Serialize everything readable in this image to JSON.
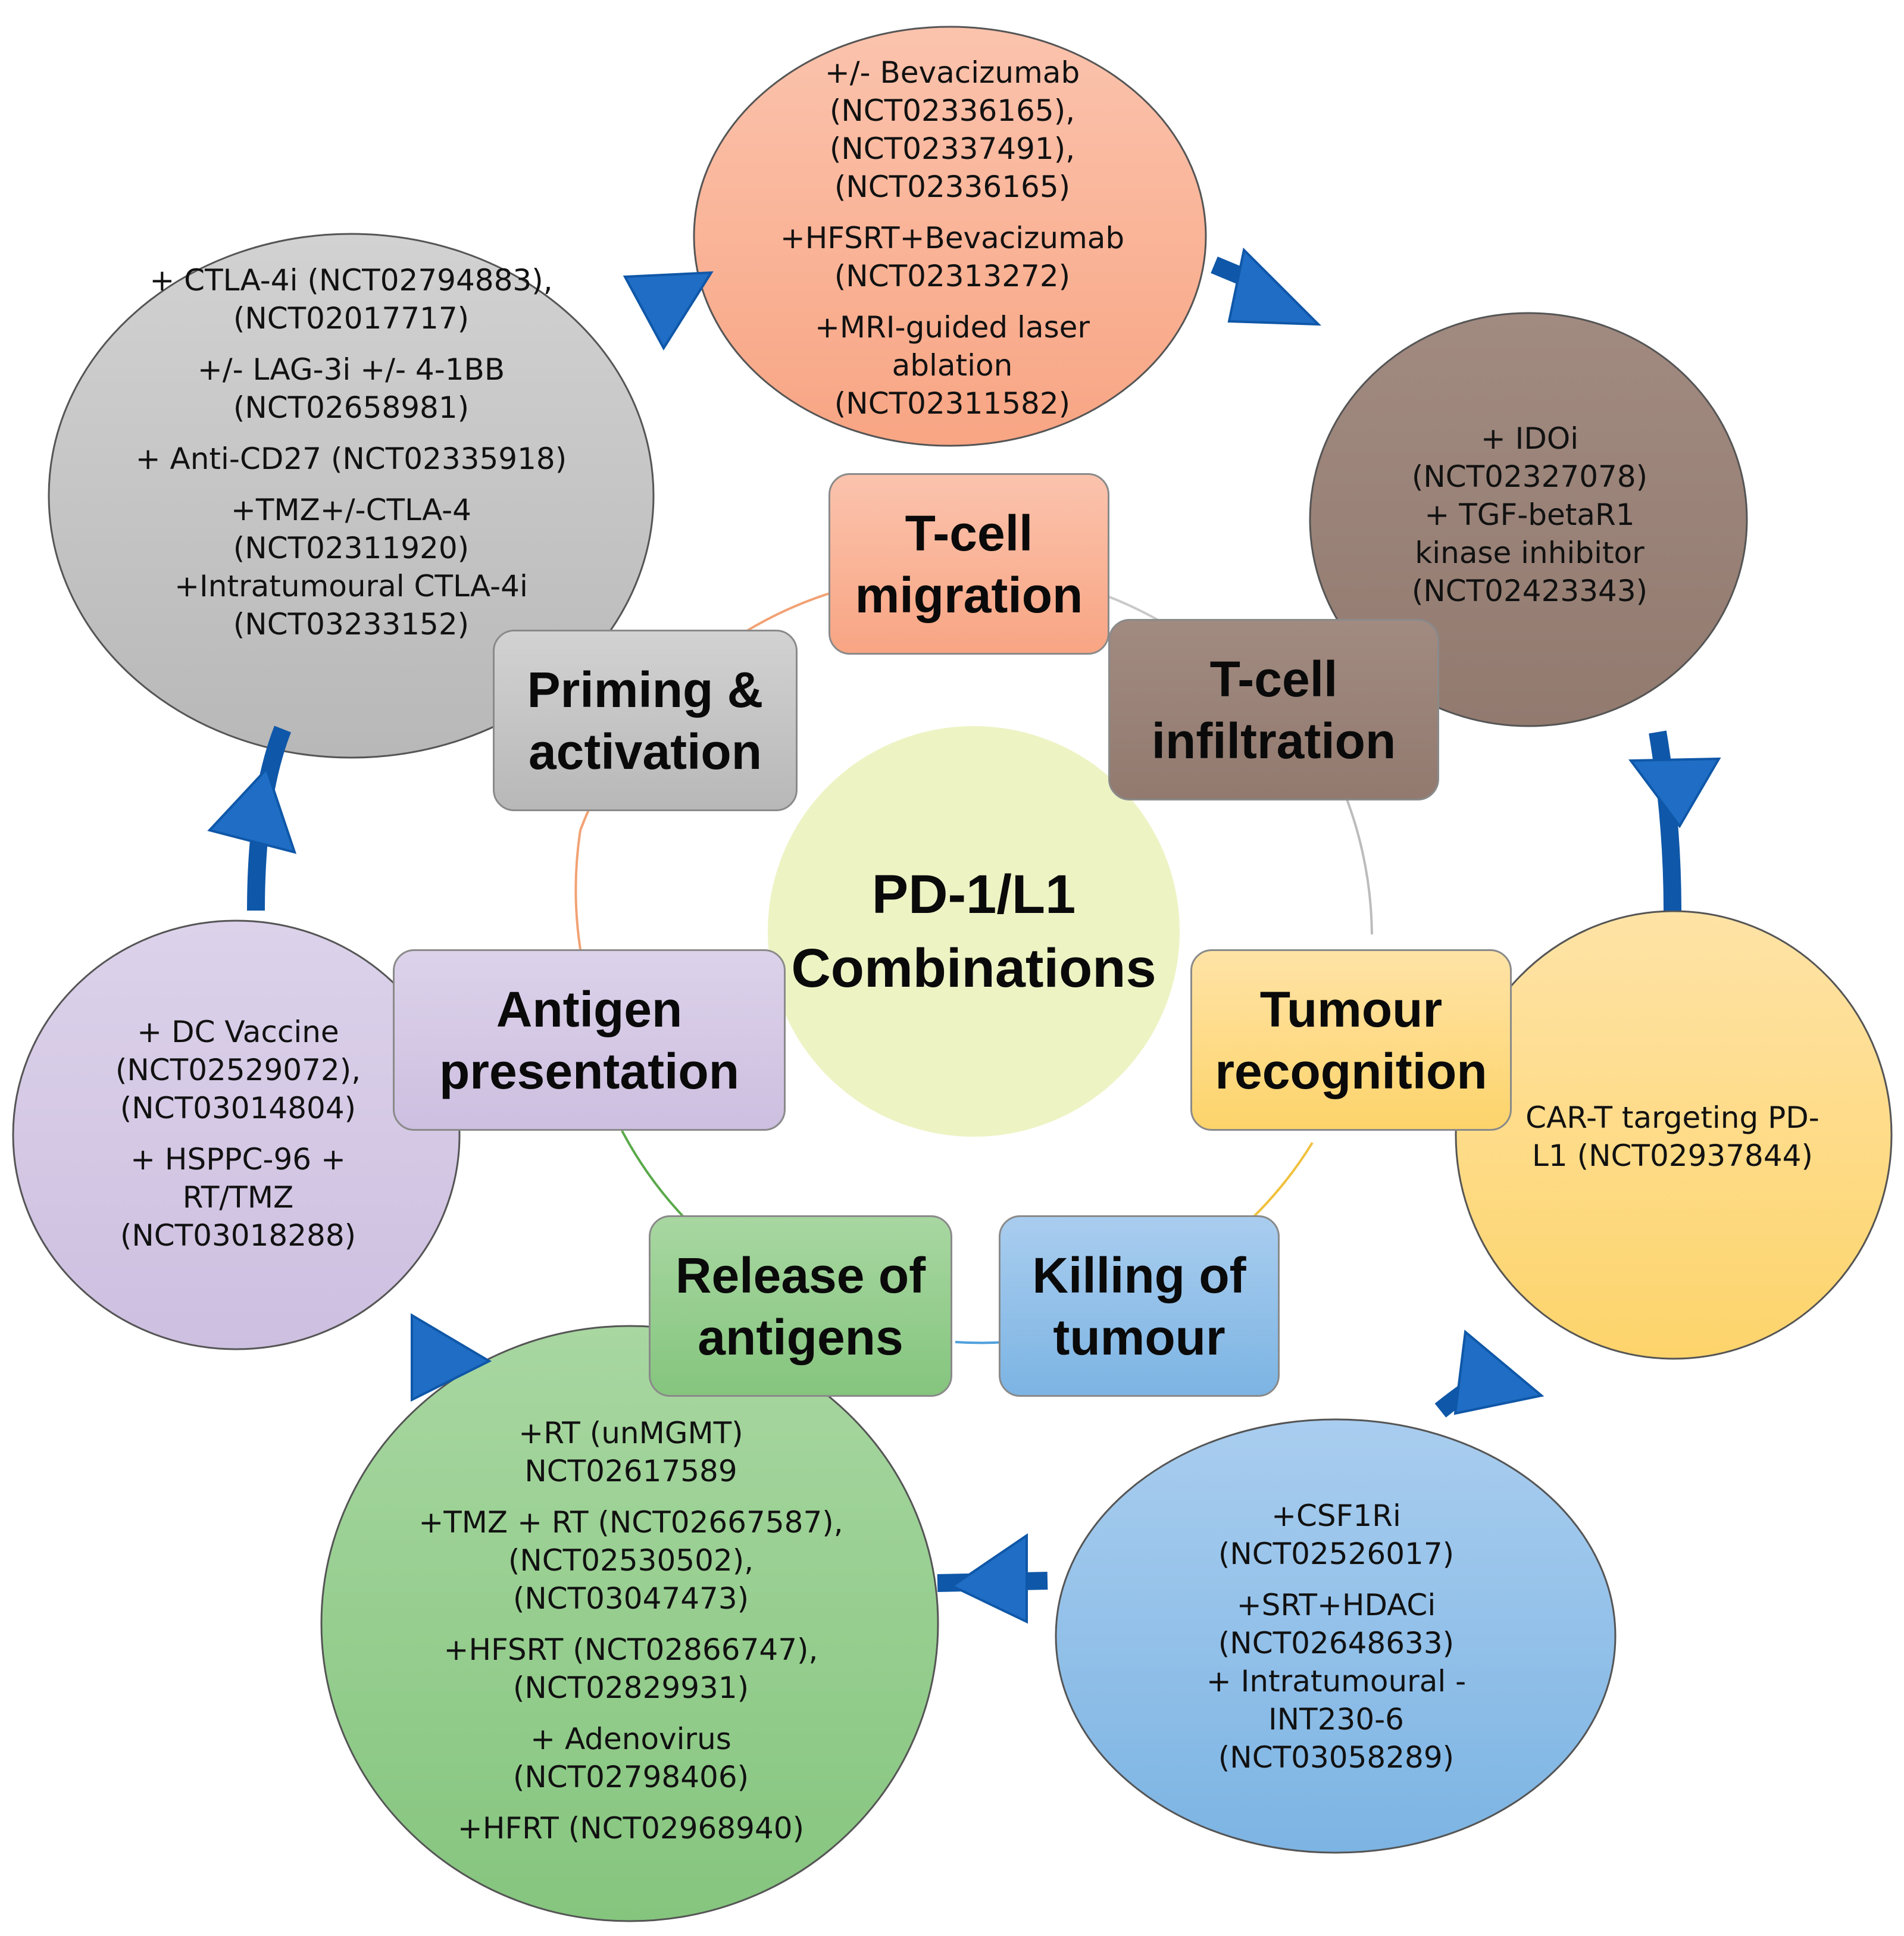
{
  "center": {
    "lines": [
      "PD-1/L1",
      "Combinations"
    ]
  },
  "stages": {
    "migration": "T-cell\nmigration",
    "infiltration": "T-cell\ninfiltration",
    "recognition": "Tumour\nrecognition",
    "killing": "Killing of\ntumour",
    "release": "Release of\nantigens",
    "presentation": "Antigen\npresentation",
    "priming": "Priming &\nactivation"
  },
  "circles": {
    "migration": [
      "+/- Bevacizumab\n(NCT02336165),\n(NCT02337491),\n(NCT02336165)",
      "+HFSRT+Bevacizumab\n(NCT02313272)",
      "+MRI-guided laser\nablation\n(NCT02311582)"
    ],
    "infiltration": [
      "+ IDOi\n(NCT02327078)\n+ TGF-betaR1\nkinase inhibitor\n(NCT02423343)"
    ],
    "recognition": [
      "CAR-T targeting PD-\nL1 (NCT02937844)"
    ],
    "killing": [
      "+CSF1Ri\n(NCT02526017)",
      "+SRT+HDACi\n(NCT02648633)\n+ Intratumoural -\nINT230-6\n(NCT03058289)"
    ],
    "release": [
      "+RT (unMGMT)\nNCT02617589",
      "+TMZ + RT (NCT02667587),\n(NCT02530502),\n(NCT03047473)",
      "+HFSRT  (NCT02866747),\n(NCT02829931)",
      "+ Adenovirus\n(NCT02798406)",
      "+HFRT (NCT02968940)"
    ],
    "presentation": [
      "+ DC Vaccine\n(NCT02529072),\n(NCT03014804)",
      "+ HSPPC-96 +\nRT/TMZ\n(NCT03018288)"
    ],
    "priming": [
      "+ CTLA-4i (NCT02794883),\n(NCT02017717)",
      "+/- LAG-3i +/- 4-1BB\n(NCT02658981)",
      "+ Anti-CD27 (NCT02335918)",
      "+TMZ+/-CTLA-4\n(NCT02311920)\n+Intratumoural CTLA-4i\n(NCT03233152)"
    ]
  },
  "colors": {
    "migration": "#f8a98c",
    "infiltration": "#9b8278",
    "recognition": "#fdd77e",
    "killing": "#8fbde6",
    "release": "#98cf93",
    "presentation": "#d4c8e4",
    "priming": "#c2c2c2",
    "center": "#eef3c4",
    "arrow": "#1f6dc4",
    "arrow_stroke": "#0f57a8"
  }
}
